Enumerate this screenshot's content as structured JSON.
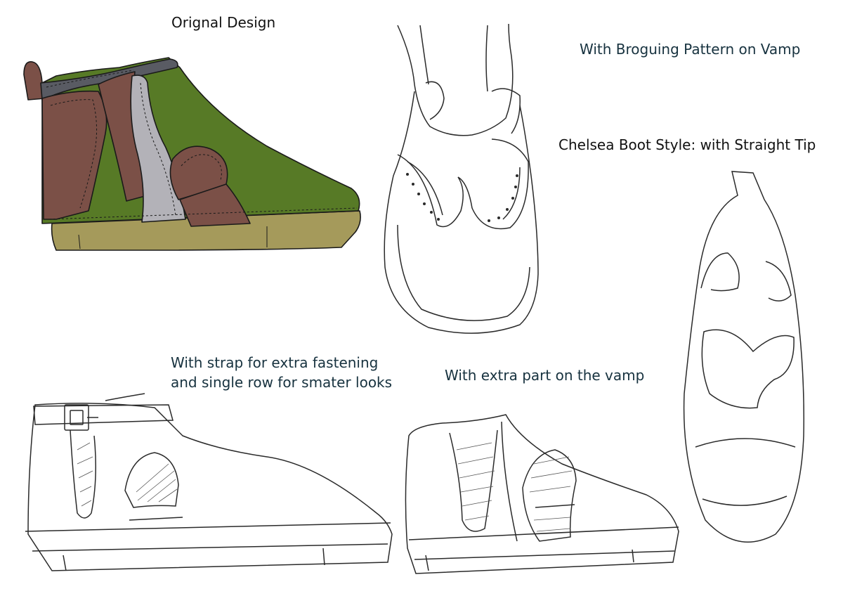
{
  "captions": {
    "original": "Orignal Design",
    "brogue": "With Broguing Pattern on Vamp",
    "chelsea": "Chelsea Boot Style: with Straight Tip",
    "strap": "With strap for extra fastening and single row for smater looks",
    "extra_part": "With extra part on the vamp"
  },
  "colors": {
    "upper_green": "#577a26",
    "panel_brown": "#7b5047",
    "insert_grey": "#b3b2b8",
    "collar_grey": "#595b63",
    "sole_olive": "#a59a5b",
    "outline": "#1a1a1a"
  }
}
